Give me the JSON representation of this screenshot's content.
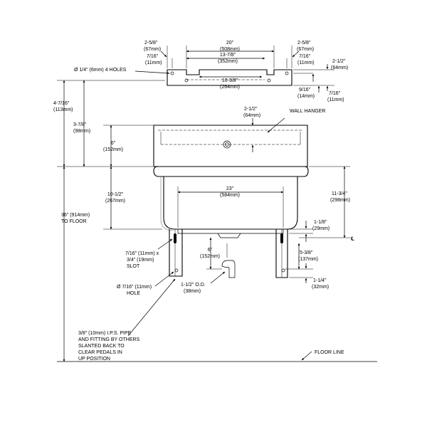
{
  "labels": {
    "hanger_left_in": "2-5/8\"",
    "hanger_left_mm": "(67mm)",
    "hanger_width_in": "20\"",
    "hanger_width_mm": "(508mm)",
    "hanger_right_in": "2-5/8\"",
    "hanger_right_mm": "(67mm)",
    "hole_left_in": "7/16\"",
    "hole_left_mm": "(11mm)",
    "holes_inner_in": "13-7/8\"",
    "holes_inner_mm": "(352mm)",
    "hole_right_in": "7/16\"",
    "hole_right_mm": "(11mm)",
    "hanger_height_in": "2-1/2\"",
    "hanger_height_mm": "(64mm)",
    "holes_note": "Ø 1/4\" (6mm) 4 HOLES",
    "slot_in": "10-3/8\"",
    "slot_mm": "(264mm)",
    "hole_drop_in": "9/16\"",
    "hole_drop_mm": "(14mm)",
    "hole_edge_in": "7/16\"",
    "hole_edge_mm": "(11mm)",
    "top_offset_in": "4-7/16\"",
    "top_offset_mm": "(113mm)",
    "deck_height_in": "3-7/8\"",
    "deck_height_mm": "(98mm)",
    "wall_hanger_depth_in": "2-1/2\"",
    "wall_hanger_depth_mm": "(64mm)",
    "wall_hanger": "WALL HANGER",
    "rim_in": "6\"",
    "rim_mm": "(152mm)",
    "bowl_depth_in": "10-1/2\"",
    "bowl_depth_mm": "(267mm)",
    "bowl_width_in": "23\"",
    "bowl_width_mm": "(584mm)",
    "right_height_in": "11-3/4\"",
    "right_height_mm": "(298mm)",
    "floor_height": "36\" (914mm)",
    "to_floor": "TO FLOOR",
    "drain_offset_in": "1-1/8\"",
    "drain_offset_mm": "(29mm)",
    "centerline": "℄",
    "slot_label_1": "7/16\" (11mm) x",
    "slot_label_2": "3/4\" (19mm)",
    "slot_label_3": "SLOT",
    "drain_height_in": "6\"",
    "drain_height_mm": "(152mm)",
    "leg_span_in": "5-3/8\"",
    "leg_span_mm": "(137mm)",
    "hole_label_1": "Ø 7/16\" (11mm)",
    "hole_label_2": "HOLE",
    "outlet_in": "1-1/2\" O.D.",
    "outlet_mm": "(38mm)",
    "leg_end_in": "1-1/4\"",
    "leg_end_mm": "(32mm)",
    "pipe_note_1": "3/8\" (10mm) I.P.S. PIPE",
    "pipe_note_2": "AND FITTING BY OTHERS",
    "pipe_note_3": "SLANTED BACK TO",
    "pipe_note_4": "CLEAR PEDALS IN",
    "pipe_note_5": "UP POSITION",
    "floor_line": "FLOOR LINE"
  }
}
